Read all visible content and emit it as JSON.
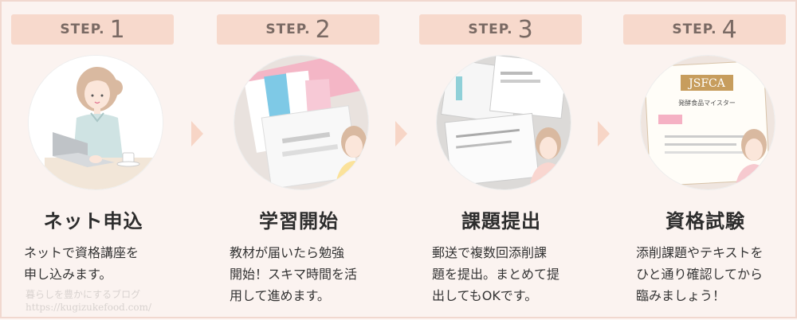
{
  "steps": [
    {
      "word": "STEP.",
      "num": "1",
      "title": "ネット申込",
      "desc": [
        "ネットで資格講座を",
        "申し込みます。"
      ],
      "image": "woman-using-laptop"
    },
    {
      "word": "STEP.",
      "num": "2",
      "title": "学習開始",
      "desc": [
        "教材が届いたら勉強",
        "開始！スキマ時間を活",
        "用して進めます。"
      ],
      "image": "study-materials"
    },
    {
      "word": "STEP.",
      "num": "3",
      "title": "課題提出",
      "desc": [
        "郵送で複数回添削課",
        "題を提出。まとめて提",
        "出してもOKです。"
      ],
      "image": "assignment-sheets"
    },
    {
      "word": "STEP.",
      "num": "4",
      "title": "資格試験",
      "desc": [
        "添削課題やテキストを",
        "ひと通り確認してから",
        "臨みましょう！"
      ],
      "image": "certificate",
      "cert": {
        "org": "JSFCA",
        "name": "発酵食品マイスター"
      }
    }
  ],
  "watermark": {
    "line1": "暮らしを豊かにするブログ",
    "line2": "https://kugizukefood.com/"
  },
  "colors": {
    "badge": "#f7d9cc",
    "arrow": "#f7d5c6",
    "border": "#f1d8cf"
  }
}
